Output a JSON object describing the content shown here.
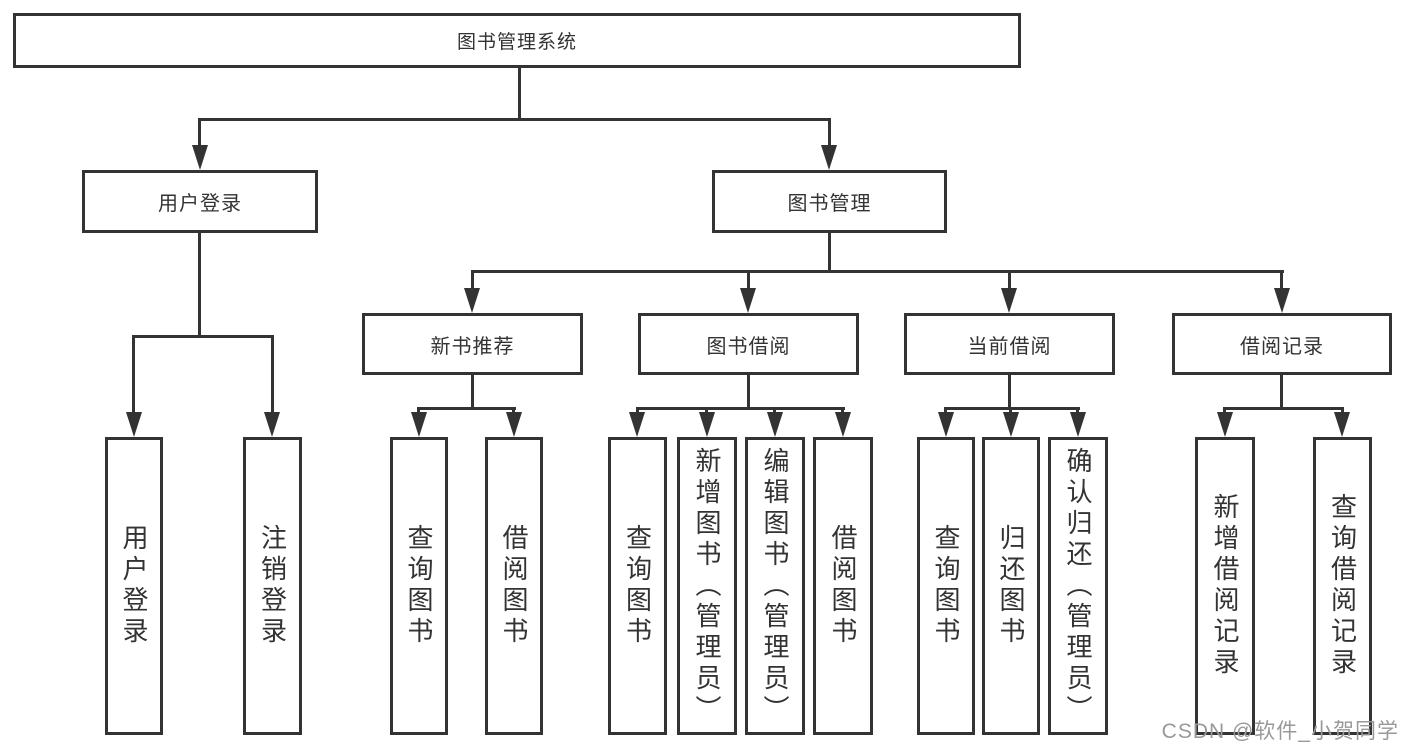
{
  "tree": {
    "label": "图书管理系统",
    "children": [
      {
        "label": "用户登录",
        "children": [
          {
            "label": "用户登录"
          },
          {
            "label": "注销登录"
          }
        ]
      },
      {
        "label": "图书管理",
        "children": [
          {
            "label": "新书推荐",
            "children": [
              {
                "label": "查询图书"
              },
              {
                "label": "借阅图书"
              }
            ]
          },
          {
            "label": "图书借阅",
            "children": [
              {
                "label": "查询图书"
              },
              {
                "label": "新增图书（管理员）"
              },
              {
                "label": "编辑图书（管理员）"
              },
              {
                "label": "借阅图书"
              }
            ]
          },
          {
            "label": "当前借阅",
            "children": [
              {
                "label": "查询图书"
              },
              {
                "label": "归还图书"
              },
              {
                "label": "确认归还（管理员）"
              }
            ]
          },
          {
            "label": "借阅记录",
            "children": [
              {
                "label": "新增借阅记录"
              },
              {
                "label": "查询借阅记录"
              }
            ]
          }
        ]
      }
    ]
  },
  "watermark": "CSDN @软件_小贺同学",
  "colors": {
    "line": "#333333",
    "text": "#333333",
    "background": "#ffffff",
    "watermark": "#999999"
  }
}
